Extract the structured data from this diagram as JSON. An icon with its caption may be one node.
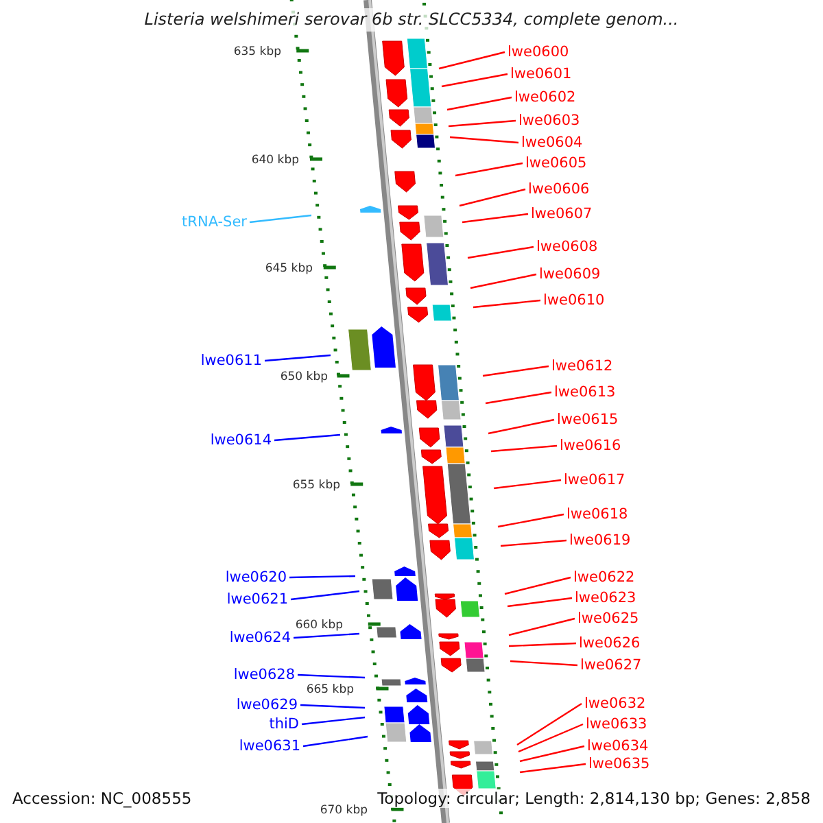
{
  "diagram": {
    "title": "Listeria welshimeri serovar 6b str. SLCC5334, complete genom...",
    "nodes": [
      {
        "text": [
          "lwe0600"
        ]
      },
      {
        "text": [
          "lwe0601"
        ]
      },
      {
        "text": [
          "lwe0602"
        ]
      },
      {
        "text": [
          "lwe0603"
        ]
      },
      {
        "text": [
          "lwe0604"
        ]
      },
      {
        "text": [
          "lwe0605"
        ]
      },
      {
        "text": [
          "lwe0606"
        ]
      },
      {
        "text": [
          "lwe0607"
        ]
      },
      {
        "text": [
          "tRNA-Ser"
        ]
      },
      {
        "text": [
          "lwe0608"
        ]
      },
      {
        "text": [
          "lwe0609"
        ]
      },
      {
        "text": [
          "lwe0610"
        ]
      },
      {
        "text": [
          "lwe0611"
        ]
      },
      {
        "text": [
          "lwe0612"
        ]
      },
      {
        "text": [
          "lwe0613"
        ]
      },
      {
        "text": [
          "lwe0615"
        ]
      },
      {
        "text": [
          "lwe0614"
        ]
      },
      {
        "text": [
          "lwe0616"
        ]
      },
      {
        "text": [
          "lwe0617"
        ]
      },
      {
        "text": [
          "lwe0618"
        ]
      },
      {
        "text": [
          "lwe0619"
        ]
      },
      {
        "text": [
          "lwe0620"
        ]
      },
      {
        "text": [
          "lwe0622"
        ]
      },
      {
        "text": [
          "lwe0623"
        ]
      },
      {
        "text": [
          "lwe0621"
        ]
      },
      {
        "text": [
          "lwe0625"
        ]
      },
      {
        "text": [
          "lwe0624"
        ]
      },
      {
        "text": [
          "lwe0626"
        ]
      },
      {
        "text": [
          "lwe0627"
        ]
      },
      {
        "text": [
          "lwe0628"
        ]
      },
      {
        "text": [
          "lwe0629"
        ]
      },
      {
        "text": [
          "lwe0632"
        ]
      },
      {
        "text": [
          "thiD"
        ]
      },
      {
        "text": [
          "lwe0633"
        ]
      },
      {
        "text": [
          "lwe0634"
        ]
      },
      {
        "text": [
          "lwe0631"
        ]
      },
      {
        "text": [
          "lwe0635"
        ]
      }
    ],
    "edges": [
      {
        "from": 0,
        "to": null,
        "arrow": "none"
      },
      {
        "from": 1,
        "to": null,
        "arrow": "none"
      },
      {
        "from": 2,
        "to": null,
        "arrow": "none"
      },
      {
        "from": 3,
        "to": null,
        "arrow": "none"
      },
      {
        "from": 4,
        "to": null,
        "arrow": "none"
      },
      {
        "from": 5,
        "to": null,
        "arrow": "none"
      },
      {
        "from": 6,
        "to": null,
        "arrow": "none"
      },
      {
        "from": 7,
        "to": null,
        "arrow": "none"
      },
      {
        "from": 8,
        "to": null,
        "arrow": "none",
        "color": "#33bbff"
      },
      {
        "from": 9,
        "to": null,
        "arrow": "none"
      },
      {
        "from": 10,
        "to": null,
        "arrow": "none"
      },
      {
        "from": 11,
        "to": null,
        "arrow": "none"
      },
      {
        "from": 12,
        "to": null,
        "arrow": "none",
        "color": "#0000ff"
      },
      {
        "from": 13,
        "to": null,
        "arrow": "none"
      },
      {
        "from": 14,
        "to": null,
        "arrow": "none"
      },
      {
        "from": 15,
        "to": null,
        "arrow": "none"
      },
      {
        "from": 16,
        "to": null,
        "arrow": "none",
        "color": "#0000ff"
      },
      {
        "from": 17,
        "to": null,
        "arrow": "none"
      },
      {
        "from": 18,
        "to": null,
        "arrow": "none"
      },
      {
        "from": 19,
        "to": null,
        "arrow": "none"
      },
      {
        "from": 20,
        "to": null,
        "arrow": "none"
      },
      {
        "from": 21,
        "to": null,
        "arrow": "none",
        "color": "#0000ff"
      },
      {
        "from": 22,
        "to": null,
        "arrow": "none"
      },
      {
        "from": 23,
        "to": null,
        "arrow": "none"
      },
      {
        "from": 24,
        "to": null,
        "arrow": "none",
        "color": "#0000ff"
      },
      {
        "from": 25,
        "to": null,
        "arrow": "none"
      },
      {
        "from": 26,
        "to": null,
        "arrow": "none",
        "color": "#0000ff"
      },
      {
        "from": 27,
        "to": null,
        "arrow": "none"
      },
      {
        "from": 28,
        "to": null,
        "arrow": "none"
      },
      {
        "from": 29,
        "to": null,
        "arrow": "none",
        "color": "#0000ff"
      },
      {
        "from": 30,
        "to": null,
        "arrow": "none",
        "color": "#0000ff"
      },
      {
        "from": 31,
        "to": null,
        "arrow": "none"
      },
      {
        "from": 32,
        "to": null,
        "arrow": "none",
        "color": "#0000ff"
      },
      {
        "from": 33,
        "to": null,
        "arrow": "none"
      },
      {
        "from": 34,
        "to": null,
        "arrow": "none"
      },
      {
        "from": 35,
        "to": null,
        "arrow": "none",
        "color": "#0000ff"
      },
      {
        "from": 36,
        "to": null,
        "arrow": "none"
      }
    ],
    "labels": [
      "635 kbp",
      "640 kbp",
      "645 kbp",
      "650 kbp",
      "655 kbp",
      "660 kbp",
      "665 kbp",
      "670 kbp",
      "Accession: NC_008555",
      "Topology: circular; Length: 2,814,130 bp; Genes: 2,858"
    ]
  }
}
